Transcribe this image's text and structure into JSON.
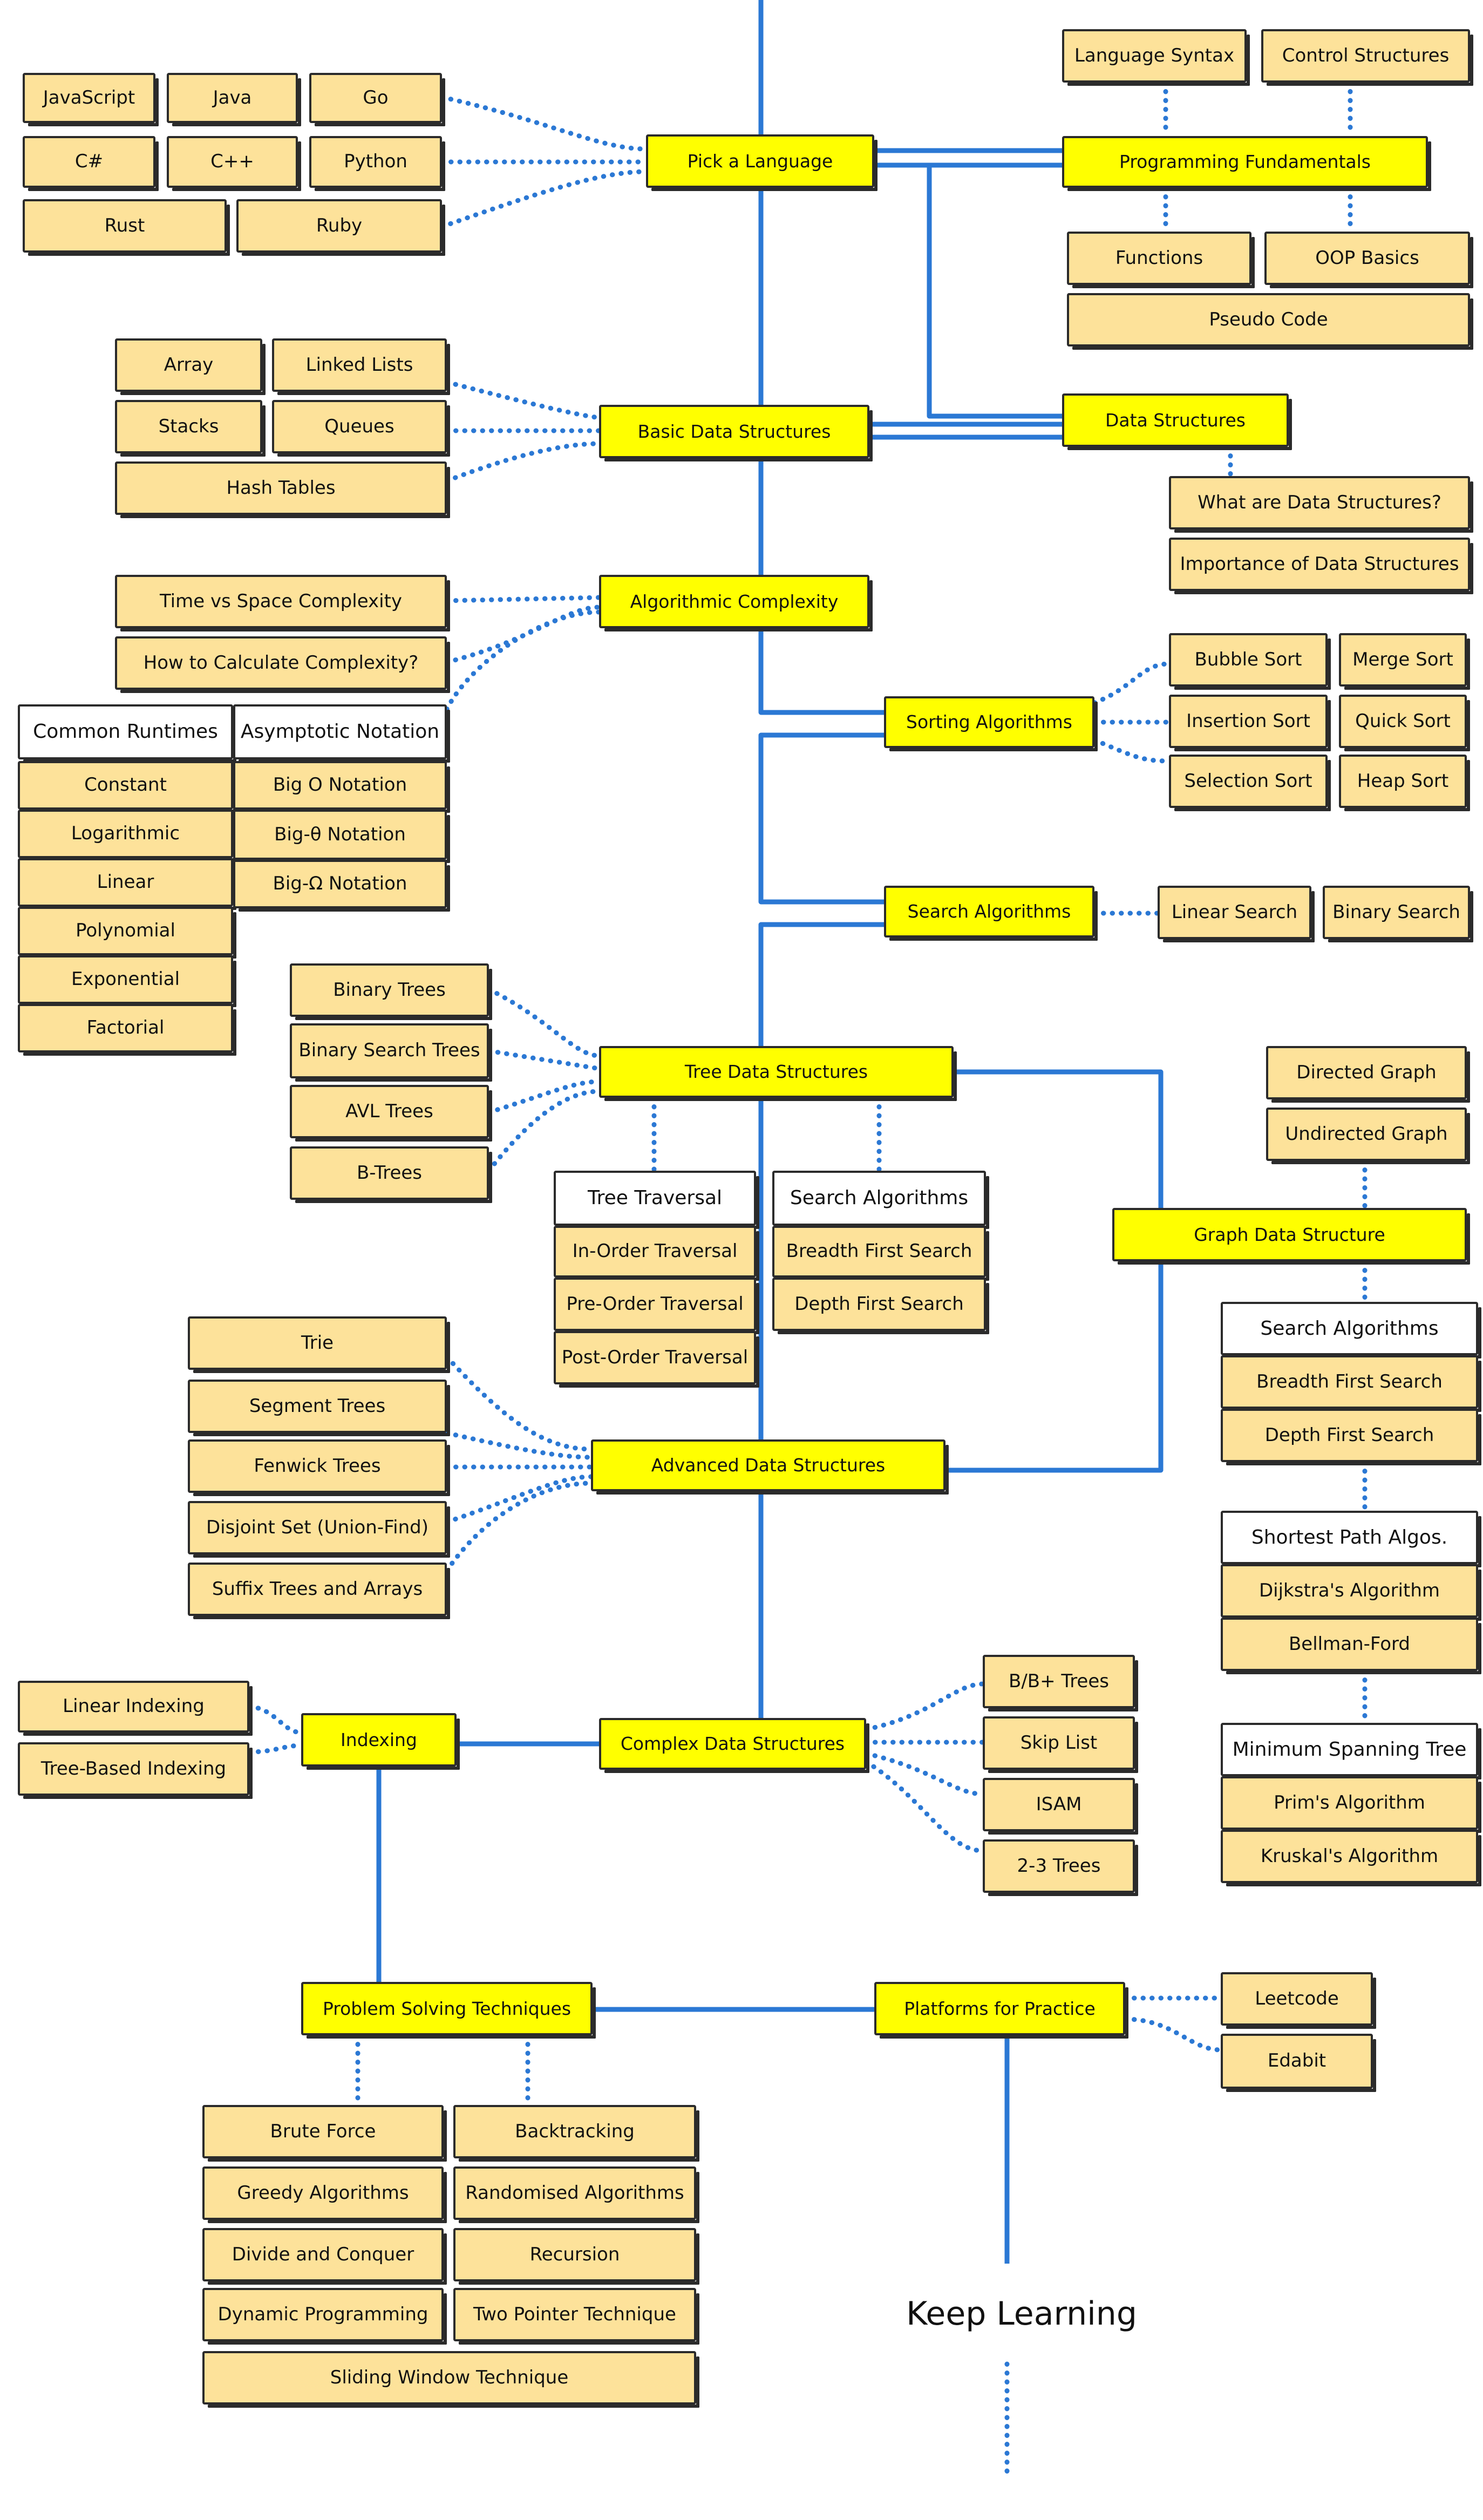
{
  "colors": {
    "topic": "#ffff00",
    "subtopic": "#fde29a",
    "header": "#ffffff",
    "connector": "#2b78d4",
    "border": "#2b2b2b"
  },
  "nodes": [
    {
      "id": "pick-language",
      "label": "Pick a Language",
      "kind": "topic"
    },
    {
      "id": "javascript",
      "label": "JavaScript",
      "kind": "subtopic"
    },
    {
      "id": "java",
      "label": "Java",
      "kind": "subtopic"
    },
    {
      "id": "go",
      "label": "Go",
      "kind": "subtopic"
    },
    {
      "id": "csharp",
      "label": "C#",
      "kind": "subtopic"
    },
    {
      "id": "cpp",
      "label": "C++",
      "kind": "subtopic"
    },
    {
      "id": "python",
      "label": "Python",
      "kind": "subtopic"
    },
    {
      "id": "rust",
      "label": "Rust",
      "kind": "subtopic"
    },
    {
      "id": "ruby",
      "label": "Ruby",
      "kind": "subtopic"
    },
    {
      "id": "language-syntax",
      "label": "Language Syntax",
      "kind": "subtopic"
    },
    {
      "id": "control-structures",
      "label": "Control Structures",
      "kind": "subtopic"
    },
    {
      "id": "programming-fundamentals",
      "label": "Programming Fundamentals",
      "kind": "topic"
    },
    {
      "id": "functions",
      "label": "Functions",
      "kind": "subtopic"
    },
    {
      "id": "oop-basics",
      "label": "OOP Basics",
      "kind": "subtopic"
    },
    {
      "id": "pseudo-code",
      "label": "Pseudo Code",
      "kind": "subtopic"
    },
    {
      "id": "data-structures",
      "label": "Data Structures",
      "kind": "topic"
    },
    {
      "id": "what-are-ds",
      "label": "What are Data Structures?",
      "kind": "subtopic"
    },
    {
      "id": "importance-ds",
      "label": "Importance of Data Structures",
      "kind": "subtopic"
    },
    {
      "id": "basic-ds",
      "label": "Basic Data Structures",
      "kind": "topic"
    },
    {
      "id": "array",
      "label": "Array",
      "kind": "subtopic"
    },
    {
      "id": "linked-lists",
      "label": "Linked Lists",
      "kind": "subtopic"
    },
    {
      "id": "stacks",
      "label": "Stacks",
      "kind": "subtopic"
    },
    {
      "id": "queues",
      "label": "Queues",
      "kind": "subtopic"
    },
    {
      "id": "hash-tables",
      "label": "Hash Tables",
      "kind": "subtopic"
    },
    {
      "id": "algorithmic-complexity",
      "label": "Algorithmic Complexity",
      "kind": "topic"
    },
    {
      "id": "time-vs-space",
      "label": "Time vs Space Complexity",
      "kind": "subtopic"
    },
    {
      "id": "how-to-calc",
      "label": "How to Calculate Complexity?",
      "kind": "subtopic"
    },
    {
      "id": "common-runtimes",
      "label": "Common Runtimes",
      "kind": "header"
    },
    {
      "id": "constant",
      "label": "Constant",
      "kind": "subtopic"
    },
    {
      "id": "logarithmic",
      "label": "Logarithmic",
      "kind": "subtopic"
    },
    {
      "id": "linear",
      "label": "Linear",
      "kind": "subtopic"
    },
    {
      "id": "polynomial",
      "label": "Polynomial",
      "kind": "subtopic"
    },
    {
      "id": "exponential",
      "label": "Exponential",
      "kind": "subtopic"
    },
    {
      "id": "factorial",
      "label": "Factorial",
      "kind": "subtopic"
    },
    {
      "id": "asymptotic-notation",
      "label": "Asymptotic Notation",
      "kind": "header"
    },
    {
      "id": "big-o",
      "label": "Big O Notation",
      "kind": "subtopic"
    },
    {
      "id": "big-theta",
      "label": "Big-θ Notation",
      "kind": "subtopic"
    },
    {
      "id": "big-omega",
      "label": "Big-Ω Notation",
      "kind": "subtopic"
    },
    {
      "id": "sorting-algorithms",
      "label": "Sorting Algorithms",
      "kind": "topic"
    },
    {
      "id": "bubble-sort",
      "label": "Bubble Sort",
      "kind": "subtopic"
    },
    {
      "id": "merge-sort",
      "label": "Merge Sort",
      "kind": "subtopic"
    },
    {
      "id": "insertion-sort",
      "label": "Insertion Sort",
      "kind": "subtopic"
    },
    {
      "id": "quick-sort",
      "label": "Quick Sort",
      "kind": "subtopic"
    },
    {
      "id": "selection-sort",
      "label": "Selection Sort",
      "kind": "subtopic"
    },
    {
      "id": "heap-sort",
      "label": "Heap Sort",
      "kind": "subtopic"
    },
    {
      "id": "search-algorithms-main",
      "label": "Search Algorithms",
      "kind": "topic"
    },
    {
      "id": "linear-search",
      "label": "Linear Search",
      "kind": "subtopic"
    },
    {
      "id": "binary-search",
      "label": "Binary Search",
      "kind": "subtopic"
    },
    {
      "id": "tree-ds",
      "label": "Tree Data Structures",
      "kind": "topic"
    },
    {
      "id": "binary-trees",
      "label": "Binary Trees",
      "kind": "subtopic"
    },
    {
      "id": "bst",
      "label": "Binary Search Trees",
      "kind": "subtopic"
    },
    {
      "id": "avl-trees",
      "label": "AVL Trees",
      "kind": "subtopic"
    },
    {
      "id": "b-trees",
      "label": "B-Trees",
      "kind": "subtopic"
    },
    {
      "id": "tree-traversal",
      "label": "Tree Traversal",
      "kind": "header"
    },
    {
      "id": "in-order",
      "label": "In-Order Traversal",
      "kind": "subtopic"
    },
    {
      "id": "pre-order",
      "label": "Pre-Order Traversal",
      "kind": "subtopic"
    },
    {
      "id": "post-order",
      "label": "Post-Order Traversal",
      "kind": "subtopic"
    },
    {
      "id": "tree-search-algos",
      "label": "Search Algorithms",
      "kind": "header"
    },
    {
      "id": "tree-bfs",
      "label": "Breadth First Search",
      "kind": "subtopic"
    },
    {
      "id": "tree-dfs",
      "label": "Depth First Search",
      "kind": "subtopic"
    },
    {
      "id": "directed-graph",
      "label": "Directed Graph",
      "kind": "subtopic"
    },
    {
      "id": "undirected-graph",
      "label": "Undirected Graph",
      "kind": "subtopic"
    },
    {
      "id": "graph-ds",
      "label": "Graph Data Structure",
      "kind": "topic"
    },
    {
      "id": "graph-search-algos",
      "label": "Search Algorithms",
      "kind": "header"
    },
    {
      "id": "graph-bfs",
      "label": "Breadth First Search",
      "kind": "subtopic"
    },
    {
      "id": "graph-dfs",
      "label": "Depth First Search",
      "kind": "subtopic"
    },
    {
      "id": "shortest-path",
      "label": "Shortest Path Algos.",
      "kind": "header"
    },
    {
      "id": "dijkstra",
      "label": "Dijkstra's Algorithm",
      "kind": "subtopic"
    },
    {
      "id": "bellman-ford",
      "label": "Bellman-Ford",
      "kind": "subtopic"
    },
    {
      "id": "mst",
      "label": "Minimum Spanning Tree",
      "kind": "header"
    },
    {
      "id": "prim",
      "label": "Prim's Algorithm",
      "kind": "subtopic"
    },
    {
      "id": "kruskal",
      "label": "Kruskal's Algorithm",
      "kind": "subtopic"
    },
    {
      "id": "advanced-ds",
      "label": "Advanced Data Structures",
      "kind": "topic"
    },
    {
      "id": "trie",
      "label": "Trie",
      "kind": "subtopic"
    },
    {
      "id": "segment-trees",
      "label": "Segment Trees",
      "kind": "subtopic"
    },
    {
      "id": "fenwick-trees",
      "label": "Fenwick Trees",
      "kind": "subtopic"
    },
    {
      "id": "disjoint-set",
      "label": "Disjoint Set (Union-Find)",
      "kind": "subtopic"
    },
    {
      "id": "suffix-trees",
      "label": "Suffix Trees and Arrays",
      "kind": "subtopic"
    },
    {
      "id": "linear-indexing",
      "label": "Linear Indexing",
      "kind": "subtopic"
    },
    {
      "id": "tree-based-indexing",
      "label": "Tree-Based Indexing",
      "kind": "subtopic"
    },
    {
      "id": "indexing",
      "label": "Indexing",
      "kind": "topic"
    },
    {
      "id": "complex-ds",
      "label": "Complex Data Structures",
      "kind": "topic"
    },
    {
      "id": "bb-trees",
      "label": "B/B+ Trees",
      "kind": "subtopic"
    },
    {
      "id": "skip-list",
      "label": "Skip List",
      "kind": "subtopic"
    },
    {
      "id": "isam",
      "label": "ISAM",
      "kind": "subtopic"
    },
    {
      "id": "two-three-trees",
      "label": "2-3 Trees",
      "kind": "subtopic"
    },
    {
      "id": "problem-solving",
      "label": "Problem Solving Techniques",
      "kind": "topic"
    },
    {
      "id": "platforms",
      "label": "Platforms for Practice",
      "kind": "topic"
    },
    {
      "id": "leetcode",
      "label": "Leetcode",
      "kind": "subtopic"
    },
    {
      "id": "edabit",
      "label": "Edabit",
      "kind": "subtopic"
    },
    {
      "id": "brute-force",
      "label": "Brute Force",
      "kind": "subtopic"
    },
    {
      "id": "backtracking",
      "label": "Backtracking",
      "kind": "subtopic"
    },
    {
      "id": "greedy",
      "label": "Greedy Algorithms",
      "kind": "subtopic"
    },
    {
      "id": "randomised",
      "label": "Randomised Algorithms",
      "kind": "subtopic"
    },
    {
      "id": "divide-conquer",
      "label": "Divide and Conquer",
      "kind": "subtopic"
    },
    {
      "id": "recursion",
      "label": "Recursion",
      "kind": "subtopic"
    },
    {
      "id": "dynamic-programming",
      "label": "Dynamic Programming",
      "kind": "subtopic"
    },
    {
      "id": "two-pointer",
      "label": "Two Pointer Technique",
      "kind": "subtopic"
    },
    {
      "id": "sliding-window",
      "label": "Sliding Window Technique",
      "kind": "subtopic"
    },
    {
      "id": "keep-learning",
      "label": "Keep Learning",
      "kind": "text"
    }
  ]
}
